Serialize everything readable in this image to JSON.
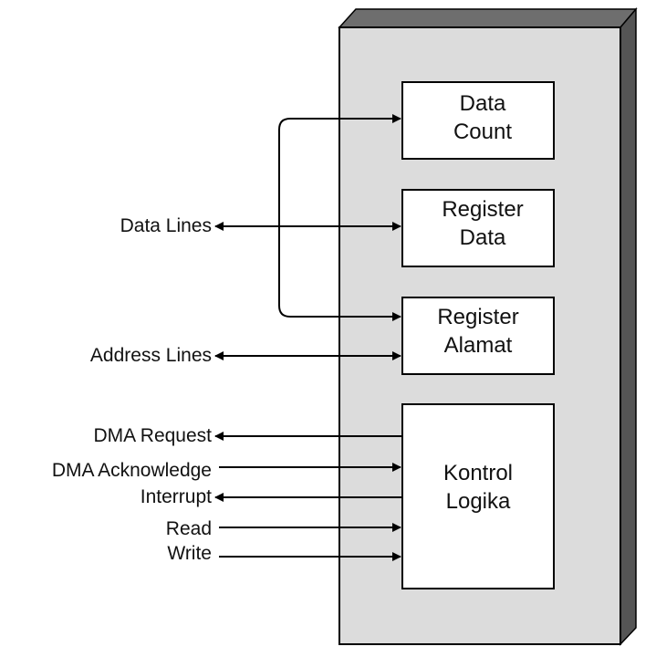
{
  "blocks": {
    "data_count": [
      "Data",
      "Count"
    ],
    "register_data": [
      "Register",
      "Data"
    ],
    "register_alamat": [
      "Register",
      "Alamat"
    ],
    "kontrol_logika": [
      "Kontrol",
      "Logika"
    ]
  },
  "signals": {
    "data_lines": "Data Lines",
    "address_lines": "Address Lines",
    "dma_request": "DMA Request",
    "dma_acknowledge": "DMA Acknowledge",
    "interrupt": "Interrupt",
    "read": "Read",
    "write": "Write"
  }
}
